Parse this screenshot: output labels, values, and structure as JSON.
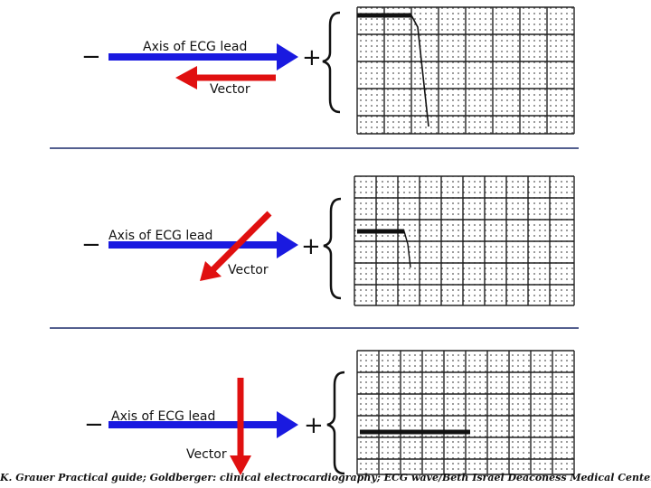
{
  "panels": [
    {
      "axis_label": "Axis of ECG lead",
      "vector_label": "Vector",
      "minus": "−",
      "plus": "+",
      "axis_color": "#1a1ae0",
      "vector_color": "#e01010",
      "vector_direction": "opposite to lead axis (points toward negative pole)",
      "deflection": "large negative"
    },
    {
      "axis_label": "Axis of ECG lead",
      "vector_label": "Vector",
      "minus": "−",
      "plus": "+",
      "axis_color": "#1a1ae0",
      "vector_color": "#e01010",
      "vector_direction": "oblique, down and left",
      "deflection": "small negative"
    },
    {
      "axis_label": "Axis of ECG lead",
      "vector_label": "Vector",
      "minus": "−",
      "plus": "+",
      "axis_color": "#1a1ae0",
      "vector_color": "#e01010",
      "vector_direction": "perpendicular to lead axis (pointing down)",
      "deflection": "none (flat)"
    }
  ],
  "caption": "K. Grauer Practical guide; Goldberger: clinical electrocardiography; ECG wave/Beth Israel Deaconess Medical Center"
}
